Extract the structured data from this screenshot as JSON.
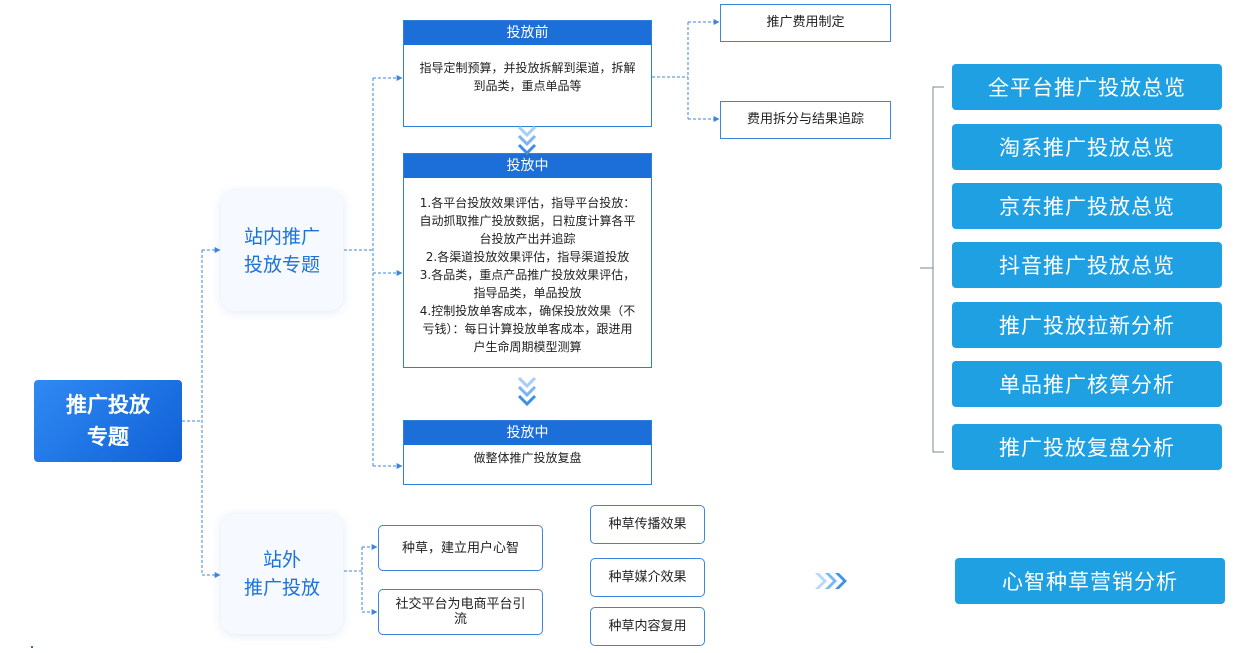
{
  "root": {
    "line1": "推广投放",
    "line2": "专题"
  },
  "branches": [
    {
      "line1": "站内推广",
      "line2": "投放专题"
    },
    {
      "line1": "站外",
      "line2": "推广投放"
    }
  ],
  "stages": [
    {
      "title": "投放前",
      "body": [
        "指导定制预算，并投放拆解到渠道，拆解",
        "到品类，重点单品等"
      ]
    },
    {
      "title": "投放中",
      "body": [
        "1.各平台投放效果评估，指导平台投放：",
        "自动抓取推广投放数据，日粒度计算各平",
        "台投放产出并追踪",
        "2.各渠道投放效果评估，指导渠道投放",
        "3.各品类，重点产品推广投放效果评估，",
        "指导品类，单品投放",
        "4.控制投放单客成本，确保投放效果（不",
        "亏钱）：每日计算投放单客成本，跟进用",
        "户生命周期模型测算"
      ]
    },
    {
      "title": "投放中",
      "body": [
        "做整体推广投放复盘"
      ]
    }
  ],
  "before_outputs": [
    "推广费用制定",
    "费用拆分与结果追踪"
  ],
  "offsite_items": [
    {
      "line1": "种草，建立用户心智",
      "line2": ""
    },
    {
      "line1": "社交平台为电商平台引",
      "line2": "流"
    }
  ],
  "offsite_effects": [
    "种草传播效果",
    "种草媒介效果",
    "种草内容复用"
  ],
  "analysis_modules": [
    "全平台推广投放总览",
    "淘系推广投放总览",
    "京东推广投放总览",
    "抖音推广投放总览",
    "推广投放拉新分析",
    "单品推广核算分析",
    "推广投放复盘分析"
  ],
  "mind_module": "心智种草营销分析",
  "colors": {
    "primary": "#1c6fd9",
    "pill": "#1fa0e2",
    "line": "#3b86dc",
    "chevron": "#5aa6f0"
  }
}
